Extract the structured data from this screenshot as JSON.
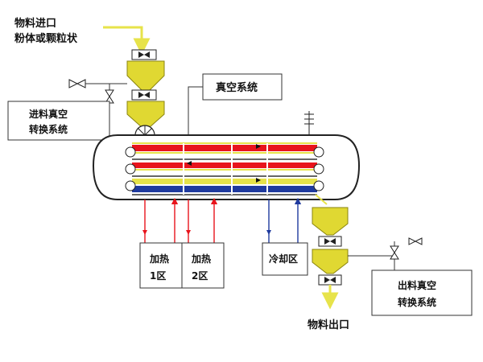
{
  "labels": {
    "inlet_line1": "物料进口",
    "inlet_line2": "粉体或颗粒状",
    "vacuum_system": "真空系统",
    "inlet_vac_line1": "进料真空",
    "inlet_vac_line2": "转换系统",
    "heat_zone1_line1": "加热",
    "heat_zone1_line2": "1区",
    "heat_zone2_line1": "加热",
    "heat_zone2_line2": "2区",
    "cool_zone": "冷却区",
    "outlet": "物料出口",
    "outlet_vac_line1": "出料真空",
    "outlet_vac_line2": "转换系统"
  },
  "colors": {
    "heating": "#e8141c",
    "cooling": "#1f3a9e",
    "product_flow": "#e7e34a",
    "hopper": "#e0d832",
    "outline": "#222222"
  },
  "icons": {
    "valve": "bowtie-valve-icon",
    "rotary_feeder": "rotary-valve-icon",
    "pressure_gauge": "gauge-icon"
  }
}
